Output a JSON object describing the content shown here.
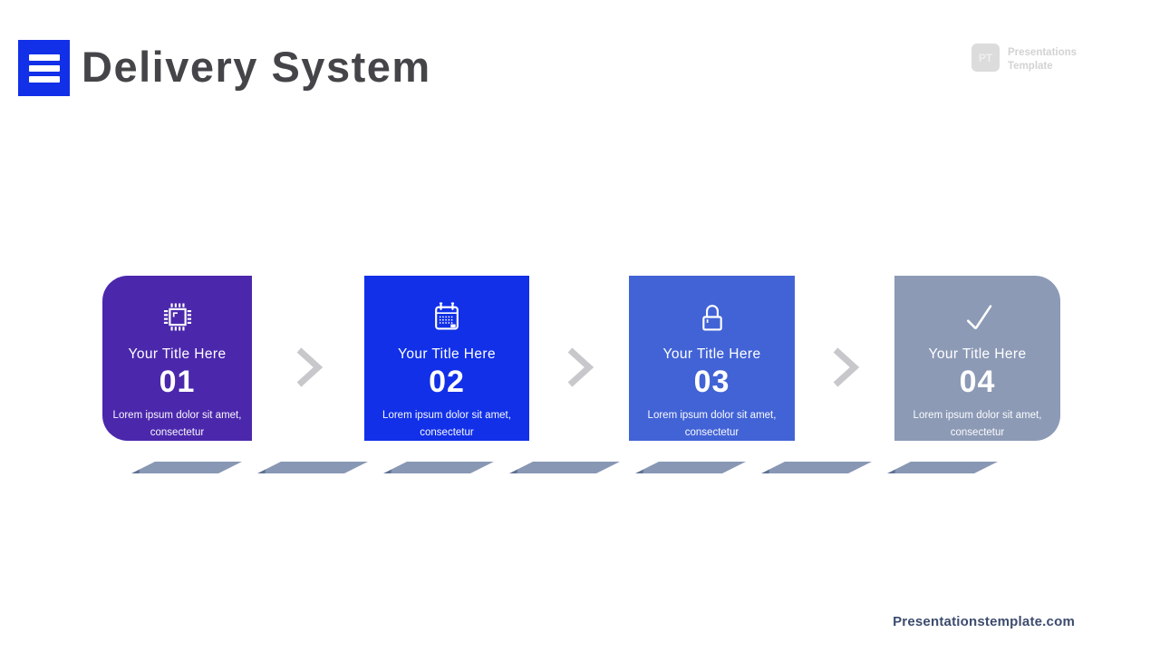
{
  "header": {
    "title": "Delivery System",
    "menu_icon": "hamburger-menu-icon"
  },
  "watermark": {
    "badge": "PT",
    "line1": "Presentations",
    "line2": "Template"
  },
  "steps": [
    {
      "number": "01",
      "title": "Your Title Here",
      "description": "Lorem ipsum dolor sit amet, consectetur",
      "icon": "chip-icon",
      "color": "#4b27ac"
    },
    {
      "number": "02",
      "title": "Your Title Here",
      "description": "Lorem ipsum dolor sit amet, consectetur",
      "icon": "calendar-icon",
      "color": "#1130e8"
    },
    {
      "number": "03",
      "title": "Your Title Here",
      "description": "Lorem ipsum dolor sit amet, consectetur",
      "icon": "lock-icon",
      "color": "#4263d6"
    },
    {
      "number": "04",
      "title": "Your Title Here",
      "description": "Lorem ipsum dolor sit amet, consectetur",
      "icon": "check-icon",
      "color": "#8c9ab6"
    }
  ],
  "track": {
    "segments": 7,
    "color": "#8897b4"
  },
  "footer": {
    "link": "Presentationstemplate.com"
  },
  "colors": {
    "accent_blue": "#1130e8",
    "chevron_gray": "#c8c8cc",
    "title_charcoal": "#454549"
  }
}
